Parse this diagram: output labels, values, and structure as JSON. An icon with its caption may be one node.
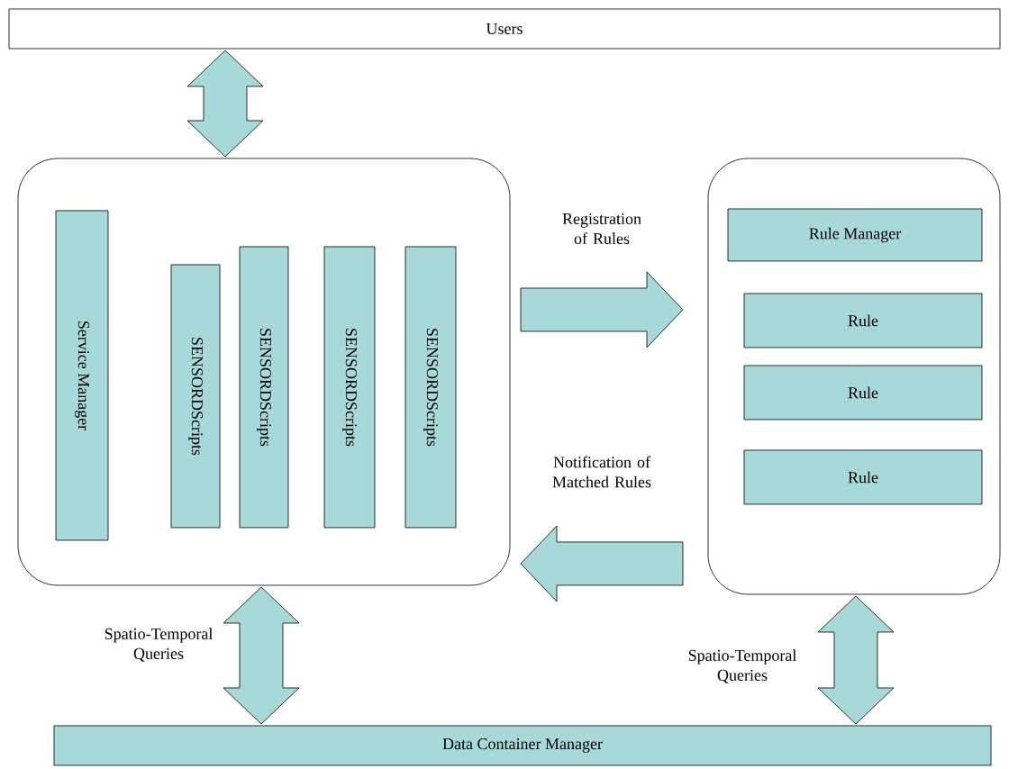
{
  "diagram": {
    "nodes": [
      {
        "text": [
          "Users"
        ]
      },
      {
        "text": [],
        "shape": "box"
      },
      {
        "text": [
          "Service Manager"
        ],
        "in": 1
      },
      {
        "text": [
          "SENSORDScripts"
        ],
        "in": 1
      },
      {
        "text": [
          "SENSORDScripts"
        ],
        "in": 1
      },
      {
        "text": [
          "SENSORDScripts"
        ],
        "in": 1
      },
      {
        "text": [
          "SENSORDScripts"
        ],
        "in": 1
      },
      {
        "text": [],
        "shape": "box"
      },
      {
        "text": [
          "Rule Manager"
        ],
        "in": 7
      },
      {
        "text": [
          "Rule"
        ],
        "in": 7
      },
      {
        "text": [
          "Rule"
        ],
        "in": 7
      },
      {
        "text": [
          "Rule"
        ],
        "in": 7
      },
      {
        "text": [
          "Data Container Manager"
        ]
      }
    ],
    "edges": [
      {
        "from": 0,
        "to": 1,
        "arrow": "both"
      },
      {
        "from": 1,
        "to": 7,
        "arrow": "to",
        "label": "Registration of Rules"
      },
      {
        "from": 7,
        "to": 1,
        "arrow": "to",
        "label": "Notification of Matched Rules"
      },
      {
        "from": 1,
        "to": 12,
        "arrow": "both",
        "label": "Spatio-Temporal Queries"
      },
      {
        "from": 7,
        "to": 12,
        "arrow": "both",
        "label": "Spatio-Temporal Queries"
      }
    ]
  }
}
